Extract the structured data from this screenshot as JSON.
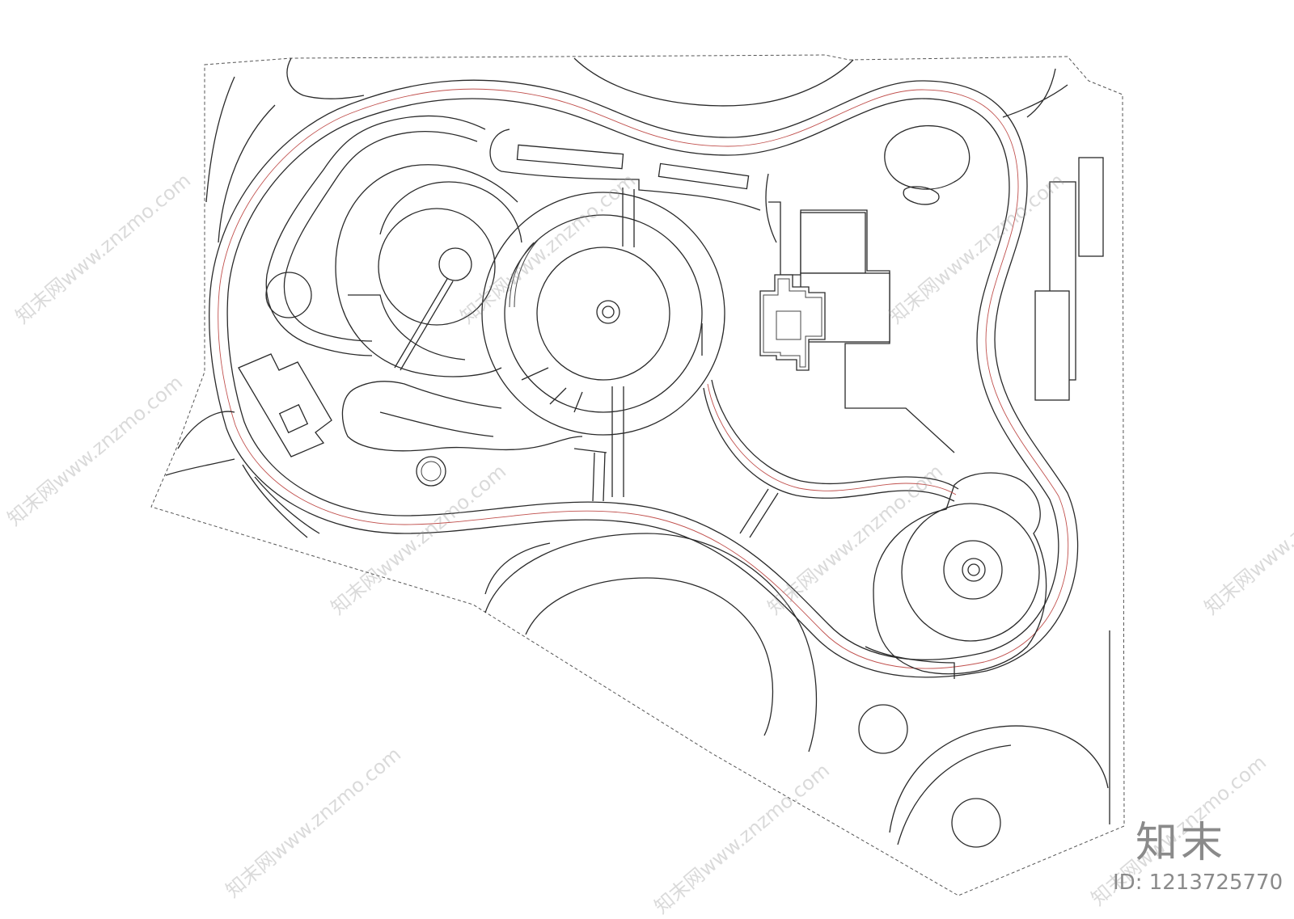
{
  "watermark": {
    "text": "知末网www.znzmo.com",
    "brand": "知末",
    "id_text": "ID: 1213725770"
  },
  "colors": {
    "line": "#2a2a2a",
    "accent_path": "#c0504d",
    "watermark": "#969696"
  }
}
